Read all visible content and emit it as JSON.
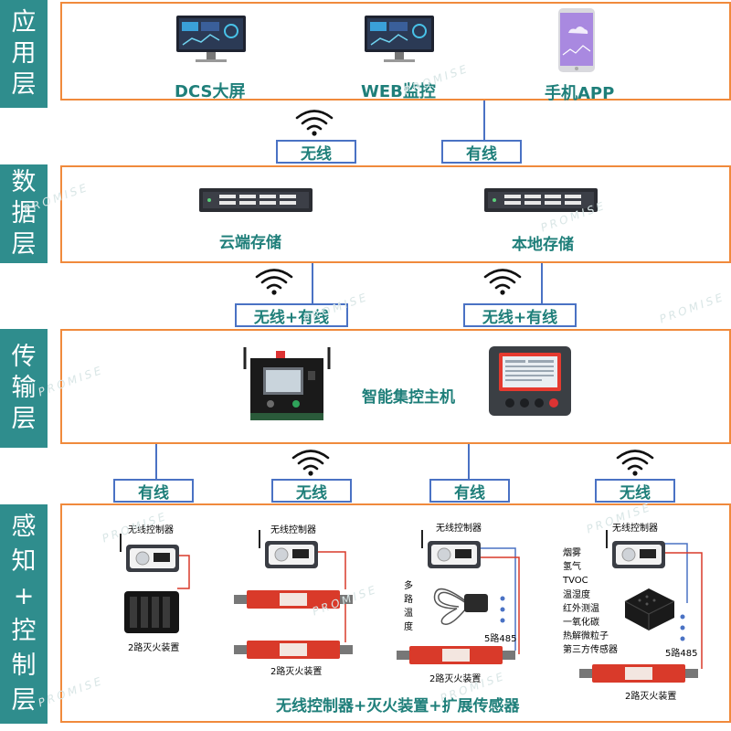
{
  "side_labels": {
    "app": "应\n用\n层",
    "data": "数\n据\n层",
    "transport": "传\n输\n层",
    "sense": "感\n知\n+\n控\n制\n层"
  },
  "app_layer": {
    "dcs": "DCS大屏",
    "web": "WEB监控",
    "mobile": "手机APP"
  },
  "links": {
    "app_wireless": "无线",
    "app_wired": "有线",
    "data_left": "无线+有线",
    "data_right": "无线+有线",
    "sense_1": "有线",
    "sense_2": "无线",
    "sense_3": "有线",
    "sense_4": "无线"
  },
  "data_layer": {
    "cloud": "云端存储",
    "local": "本地存储"
  },
  "transport_layer": {
    "host": "智能集控主机"
  },
  "sense_layer": {
    "controller_label": "无线控制器",
    "col1_device": "2路灭火装置",
    "col2_device": "2路灭火装置",
    "col3_device": "2路灭火装置",
    "col4_device": "2路灭火装置",
    "temp_label": "多\n路\n温\n度",
    "rs485_3": "5路485",
    "rs485_4": "5路485",
    "sensors": [
      "烟雾",
      "氢气",
      "TVOC",
      "温湿度",
      "红外测温",
      "一氧化碳",
      "热解微粒子",
      "第三方传感器"
    ],
    "footer": "无线控制器+灭火装置+扩展传感器"
  },
  "watermark": "PROMISE",
  "colors": {
    "side_bg": "#2f8d8d",
    "border": "#f08a3c",
    "link": "#4a72c4",
    "text": "#1f7f7a",
    "device_red": "#d93a2a"
  }
}
